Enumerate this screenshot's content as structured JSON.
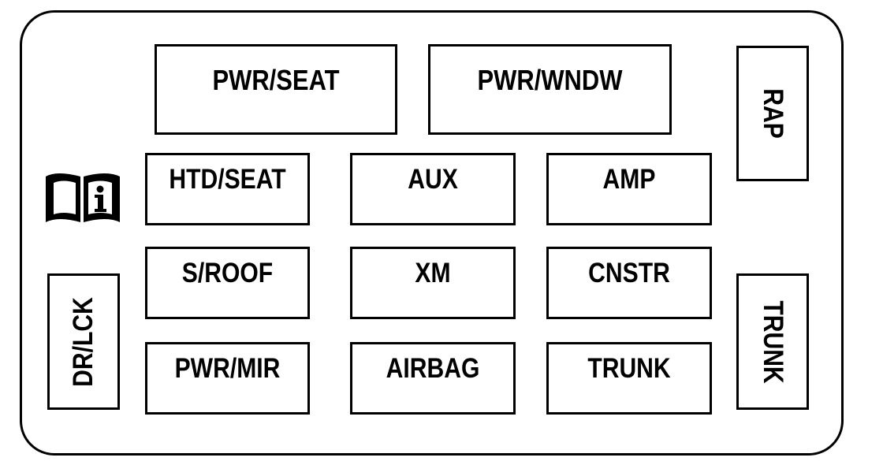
{
  "panel": {
    "fuses_top": [
      {
        "id": "pwr-seat",
        "label": "PWR/SEAT"
      },
      {
        "id": "pwr-wndw",
        "label": "PWR/WNDW"
      }
    ],
    "fuses_grid": [
      {
        "id": "htd-seat",
        "label": "HTD/SEAT"
      },
      {
        "id": "aux",
        "label": "AUX"
      },
      {
        "id": "amp",
        "label": "AMP"
      },
      {
        "id": "s-roof",
        "label": "S/ROOF"
      },
      {
        "id": "xm",
        "label": "XM"
      },
      {
        "id": "cnstr",
        "label": "CNSTR"
      },
      {
        "id": "pwr-mir",
        "label": "PWR/MIR"
      },
      {
        "id": "airbag",
        "label": "AIRBAG"
      },
      {
        "id": "trunk",
        "label": "TRUNK"
      }
    ],
    "fuses_side": [
      {
        "id": "rap",
        "label": "RAP"
      },
      {
        "id": "trunk-relay",
        "label": "TRUNK"
      },
      {
        "id": "dr-lck",
        "label": "DR/LCK"
      }
    ],
    "icon": "owners-manual-info-icon"
  }
}
